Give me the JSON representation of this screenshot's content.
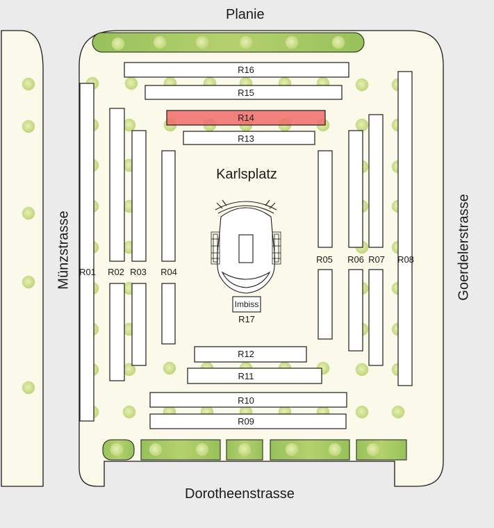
{
  "streets": {
    "north": "Planie",
    "south": "Dorotheenstrasse",
    "west": "Münzstrasse",
    "east": "Goerdelerstrasse"
  },
  "place_name": "Karlsplatz",
  "kiosk": {
    "label": "Imbiss",
    "stall": "R17"
  },
  "highlighted_stall": "R14",
  "stalls": [
    "R01",
    "R02",
    "R03",
    "R04",
    "R05",
    "R06",
    "R07",
    "R08",
    "R09",
    "R10",
    "R11",
    "R12",
    "R13",
    "R14",
    "R15",
    "R16",
    "R17"
  ],
  "colors": {
    "background": "#ebebeb",
    "plaza": "#fbfaea",
    "highlight": "#f06a6a",
    "tree": "#c9dc85",
    "hedge": "#97c15a"
  }
}
